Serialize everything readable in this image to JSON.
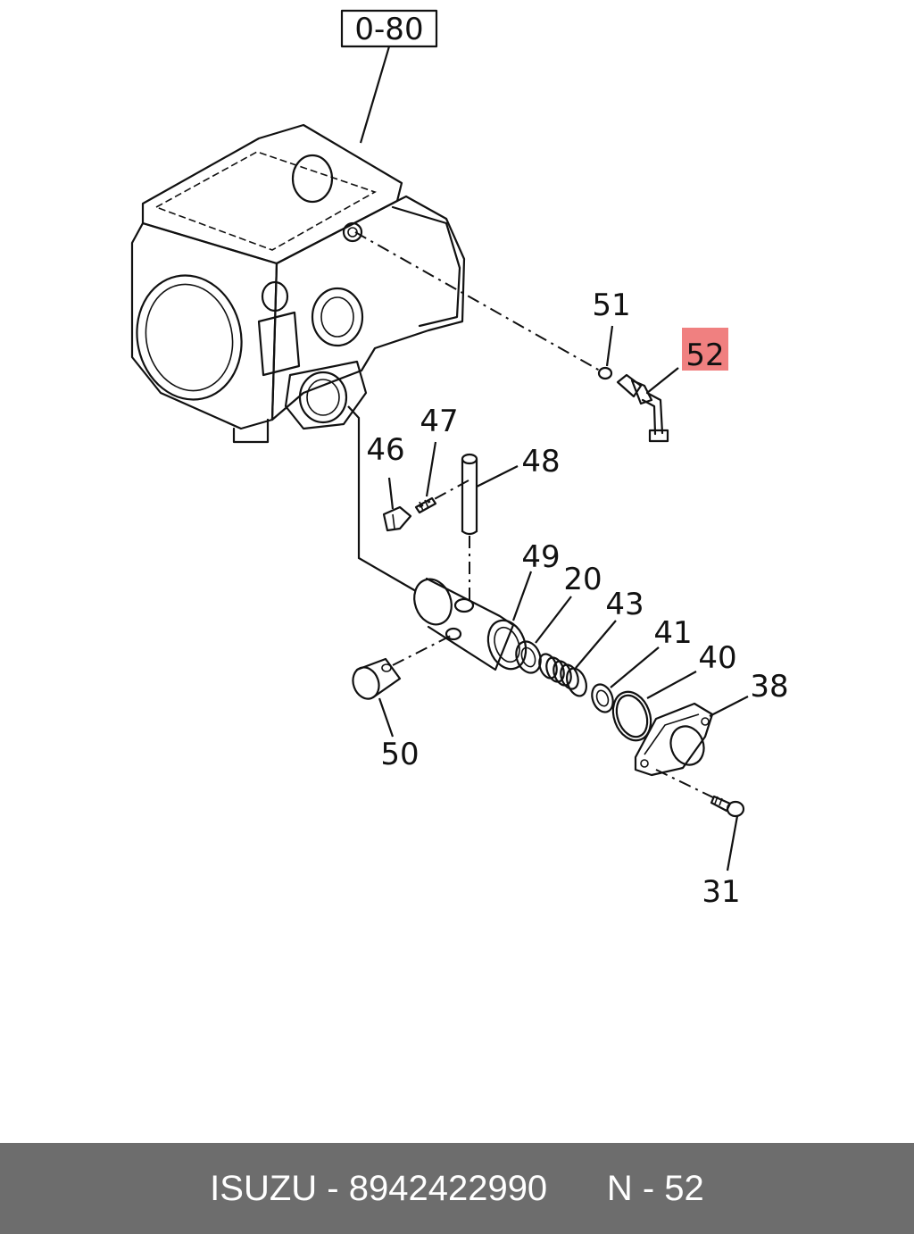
{
  "diagram": {
    "ref_box": "0-80",
    "callouts": {
      "p51": "51",
      "p52": "52",
      "p46": "46",
      "p47": "47",
      "p48": "48",
      "p49": "49",
      "p20": "20",
      "p43": "43",
      "p41": "41",
      "p40": "40",
      "p38": "38",
      "p50": "50",
      "p31": "31"
    },
    "highlight_color": "#f08080"
  },
  "footer": {
    "brand": "ISUZU",
    "separator": " - ",
    "part_number": "8942422990",
    "page_ref": "N - 52"
  }
}
